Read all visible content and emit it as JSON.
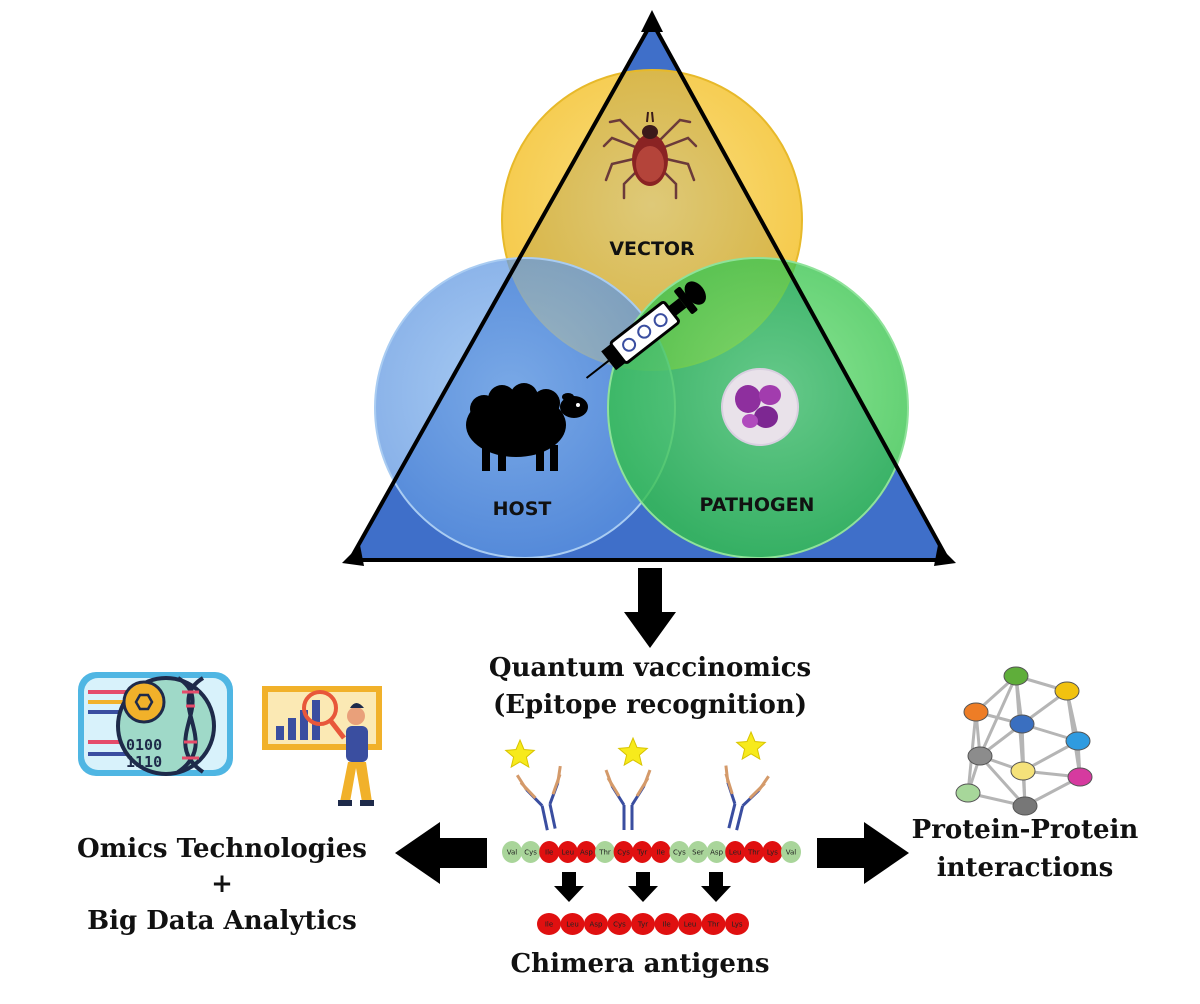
{
  "diagram": {
    "venn": {
      "vector_label": "VECTOR",
      "host_label": "HOST",
      "pathogen_label": "PATHOGEN"
    },
    "center": {
      "title_line1": "Quantum vaccinomics",
      "title_line2": "(Epitope recognition)"
    },
    "left": {
      "line1": "Omics Technologies",
      "line2": "+",
      "line3": "Big Data Analytics"
    },
    "right": {
      "line1": "Protein-Protein",
      "line2": "interactions"
    },
    "bottom": {
      "label": "Chimera antigens"
    },
    "sequence_top": [
      "Val",
      "Cys",
      "Ile",
      "Leu",
      "Asp",
      "Thr",
      "Cys",
      "Tyr",
      "Ile",
      "Cys",
      "Ser",
      "Asp",
      "Leu",
      "Thr",
      "Lys",
      "Val"
    ],
    "sequence_top_colors": [
      "green",
      "green",
      "red",
      "red",
      "red",
      "green",
      "red",
      "red",
      "red",
      "green",
      "green",
      "green",
      "red",
      "red",
      "red",
      "green"
    ],
    "sequence_chimera": [
      "Ile",
      "Leu",
      "Asp",
      "Cys",
      "Tyr",
      "Ile",
      "Leu",
      "Thr",
      "Lys"
    ],
    "icon_omics": "dna-omics-icon",
    "icon_analytics": "data-analyst-icon",
    "icon_network": "protein-network-icon",
    "colors": {
      "triangle_blue": "#3f6fc9",
      "vector_yellow": "#f3c531",
      "host_blue": "#6aa2e6",
      "pathogen_green": "#43cf58",
      "amino_red": "#e01010",
      "amino_green": "#a9d59a"
    }
  }
}
